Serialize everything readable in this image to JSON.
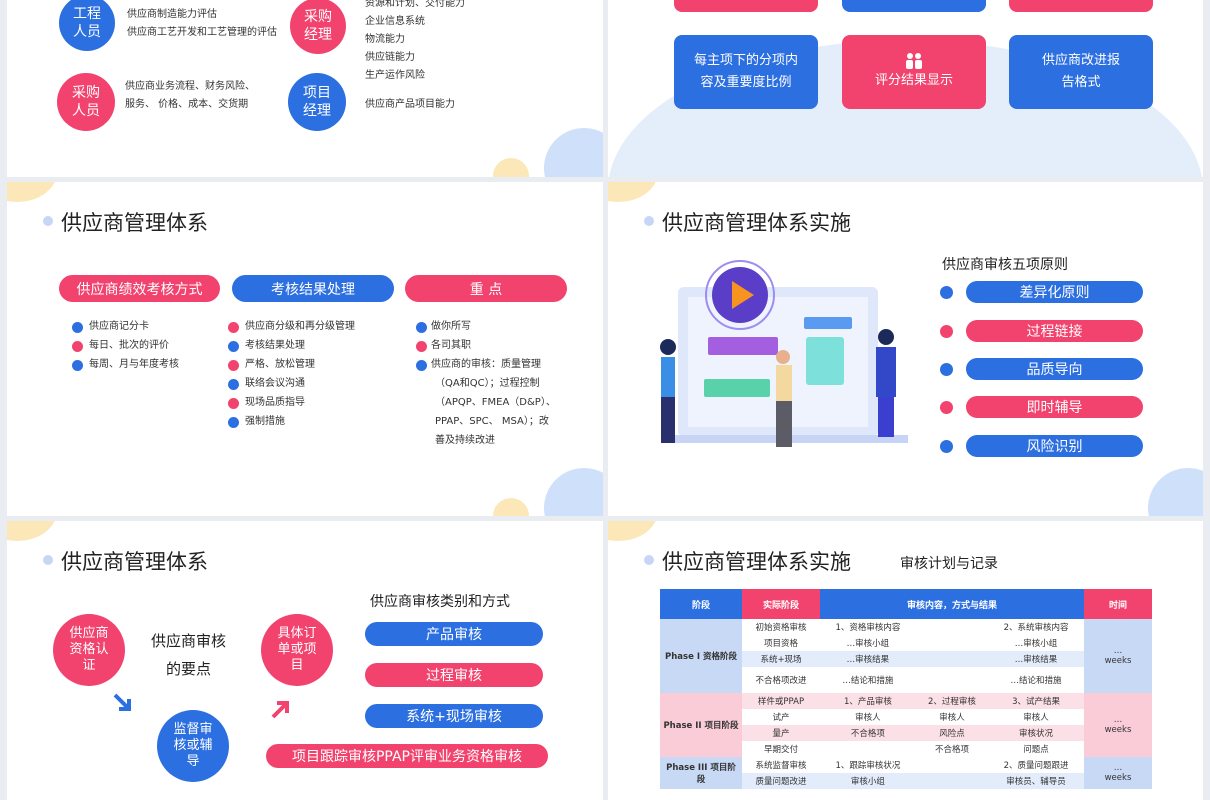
{
  "slide1": {
    "roles": [
      {
        "label": "工程\n人员",
        "lines": [
          "供应商制造能力评估",
          "供应商工艺开发和工艺管理的评估"
        ]
      },
      {
        "label": "采购\n经理",
        "lines": [
          "资源和计划、交付能力",
          "企业信息系统",
          "物流能力",
          "供应链能力",
          "生产运作风险"
        ]
      },
      {
        "label": "采购\n人员",
        "lines": [
          "供应商业务流程、财务风险、",
          "服务、 价格、成本、交货期"
        ]
      },
      {
        "label": "项目\n经理",
        "lines": [
          "供应商产品项目能力"
        ]
      }
    ]
  },
  "slide2": {
    "buttons": [
      "每主项下的分项内\n容及重要度比例",
      "评分结果显示",
      "供应商改进报\n告格式"
    ]
  },
  "slide3": {
    "title": "供应商管理体系",
    "headers": [
      "供应商绩效考核方式",
      "考核结果处理",
      "重 点"
    ],
    "col1": [
      "供应商记分卡",
      "每日、批次的评价",
      "每周、月与年度考核"
    ],
    "col2": [
      "供应商分级和再分级管理",
      "考核结果处理",
      "严格、放松管理",
      "联络会议沟通",
      "现场品质指导",
      "强制措施"
    ],
    "col3": [
      "做你所写",
      "各司其职",
      "供应商的审核：质量管理",
      "（QA和QC）；过程控制",
      "（APQP、FMEA（D&P）、",
      "PPAP、SPC、 MSA）；改",
      "善及持续改进"
    ]
  },
  "slide4": {
    "title": "供应商管理体系实施",
    "subtitle": "供应商审核五项原则",
    "principles": [
      "差异化原则",
      "过程链接",
      "品质导向",
      "即时辅导",
      "风险识别"
    ]
  },
  "slide5": {
    "title": "供应商管理体系",
    "c1": "供应商\n资格认\n证",
    "c2": "具体订\n单或项\n目",
    "c3": "监督审\n核或辅\n导",
    "center": "供应商审核\n的要点",
    "right_title": "供应商审核类别和方式",
    "pills": [
      "产品审核",
      "过程审核",
      "系统+现场审核",
      "项目跟踪审核PPAP评审业务资格审核"
    ]
  },
  "slide6": {
    "title": "供应商管理体系实施",
    "subtitle": "审核计划与记录",
    "headers": [
      "阶段",
      "实际阶段",
      "审核内容，方式与结果",
      "时间"
    ],
    "phase1": {
      "label": "Phase I 资格阶段",
      "rows": [
        [
          "初始资格审核",
          "1、资格审核内容",
          "",
          "2、系统审核内容"
        ],
        [
          "项目资格",
          "…审核小组",
          "",
          "…审核小组"
        ],
        [
          "系统+现场",
          "…审核结果",
          "",
          "…审核结果"
        ],
        [
          "不合格项改进",
          "…结论和措施",
          "",
          "…结论和措施"
        ]
      ],
      "time": "…\nweeks"
    },
    "phase2": {
      "label": "Phase II 项目阶段",
      "rows": [
        [
          "样件或PPAP",
          "1、产品审核",
          "2、过程审核",
          "3、试产结果"
        ],
        [
          "试产",
          "审核人",
          "审核人",
          "审核人"
        ],
        [
          "量产",
          "不合格项",
          "风险点",
          "审核状况"
        ],
        [
          "早期交付",
          "",
          "不合格项",
          "问题点"
        ]
      ],
      "time": "…\nweeks"
    },
    "phase3": {
      "label": "Phase III 项目阶段",
      "rows": [
        [
          "系统监督审核",
          "1、跟踪审核状况",
          "",
          "2、质量问题跟进"
        ],
        [
          "质量问题改进",
          "审核小组",
          "",
          "审核员、辅导员"
        ]
      ],
      "time": "…\nweeks"
    }
  },
  "colors": {
    "pink": "#f2436e",
    "blue": "#2c6fe0"
  }
}
